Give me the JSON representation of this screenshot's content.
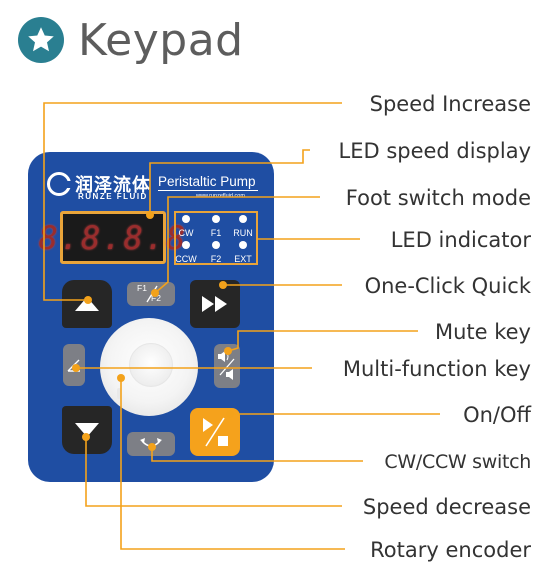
{
  "header": {
    "title": "Keypad",
    "icon": "star-icon",
    "icon_color": "#2a7f91"
  },
  "device": {
    "brand_cn": "润泽流体",
    "brand_en": "RUNZE FLUID",
    "model": "Peristaltic Pump",
    "website": "www.runzefluid.com",
    "display": "8.8.8.8",
    "body_color": "#1f4ea3",
    "accent_color": "#f3a21b",
    "indicators": [
      "CW",
      "F1",
      "RUN",
      "CCW",
      "F2",
      "EXT"
    ],
    "f_key": {
      "top": "F1",
      "bottom": "F2"
    }
  },
  "callouts": {
    "speed_increase": "Speed Increase",
    "led_speed_display": "LED speed display",
    "foot_switch_mode": "Foot switch mode",
    "led_indicator": "LED indicator",
    "one_click_quick": "One-Click Quick",
    "mute_key": "Mute key",
    "multi_function_key": "Multi-function key",
    "on_off": "On/Off",
    "cw_ccw_switch": "CW/CCW switch",
    "speed_decrease": "Speed decrease",
    "rotary_encoder": "Rotary encoder"
  }
}
